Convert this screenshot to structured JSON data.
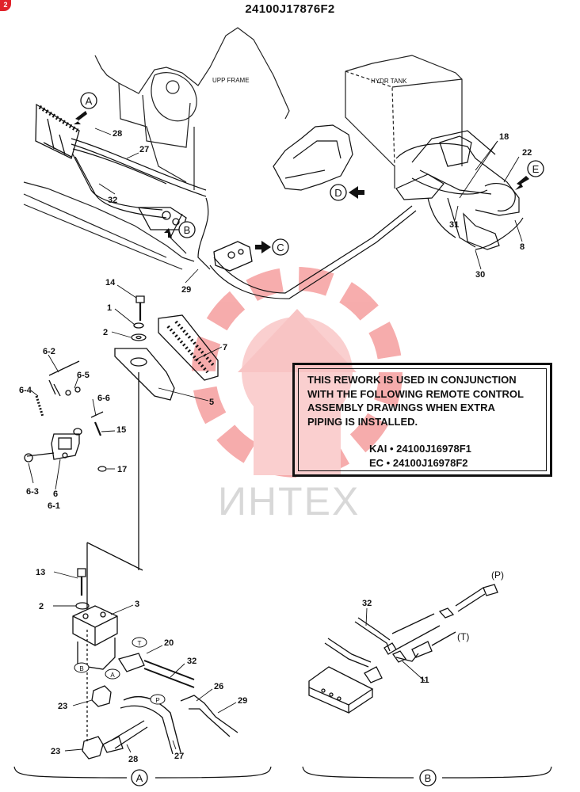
{
  "corner_badge": "2",
  "drawing_number": "24100J17876F2",
  "watermark_text": "ИНТЕХ",
  "watermark_color": "#f06a6a",
  "note": {
    "text": "THIS REWORK IS USED IN CONJUNCTION\nWITH THE FOLLOWING REMOTE CONTROL\nASSEMBLY DRAWINGS WHEN EXTRA\nPIPING IS INSTALLED.",
    "ref_kai": "KAI • 24100J16978F1",
    "ref_ec": "EC • 24100J16978F2"
  },
  "frame_labels": {
    "upp_frame": "UPP FRAME",
    "hydr_tank": "HYDR TANK"
  },
  "view_markers": [
    "A",
    "B",
    "C",
    "D",
    "E"
  ],
  "section_labels": {
    "left": "A",
    "right": "B"
  },
  "port_labels": {
    "T": "T",
    "P": "P",
    "A": "A",
    "B": "B"
  },
  "port_labels_right": {
    "P": "(P)",
    "T": "(T)"
  },
  "callouts": {
    "c28a": "28",
    "c27a": "27",
    "c32a": "32",
    "c29a": "29",
    "c18": "18",
    "c22": "22",
    "c31": "31",
    "c8": "8",
    "c30": "30",
    "c14": "14",
    "c1": "1",
    "c2a": "2",
    "c7": "7",
    "c5": "5",
    "c6_2": "6-2",
    "c6_4": "6-4",
    "c6_5": "6-5",
    "c6_6": "6-6",
    "c15": "15",
    "c6_3": "6-3",
    "c6": "6",
    "c6_1": "6-1",
    "c17": "17",
    "c13": "13",
    "c2b": "2",
    "c3": "3",
    "c20": "20",
    "c32b": "32",
    "c23a": "23",
    "c26": "26",
    "c29b": "29",
    "c23b": "23",
    "c28b": "28",
    "c27b": "27",
    "c32c": "32",
    "c11": "11"
  }
}
